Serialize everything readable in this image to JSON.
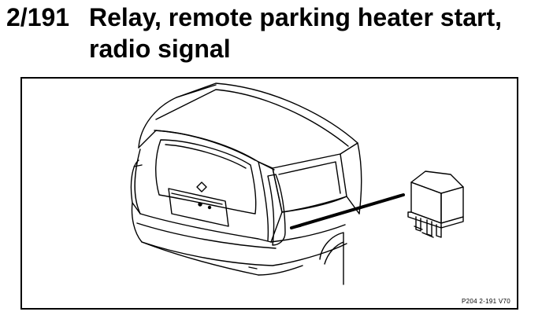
{
  "heading": {
    "code": "2/191",
    "title": "Relay, remote parking heater start, radio signal"
  },
  "illustration": {
    "reference": "P204 2-191  V70",
    "subjects": [
      "car-rear-icon",
      "relay-icon",
      "pointer-line"
    ]
  }
}
